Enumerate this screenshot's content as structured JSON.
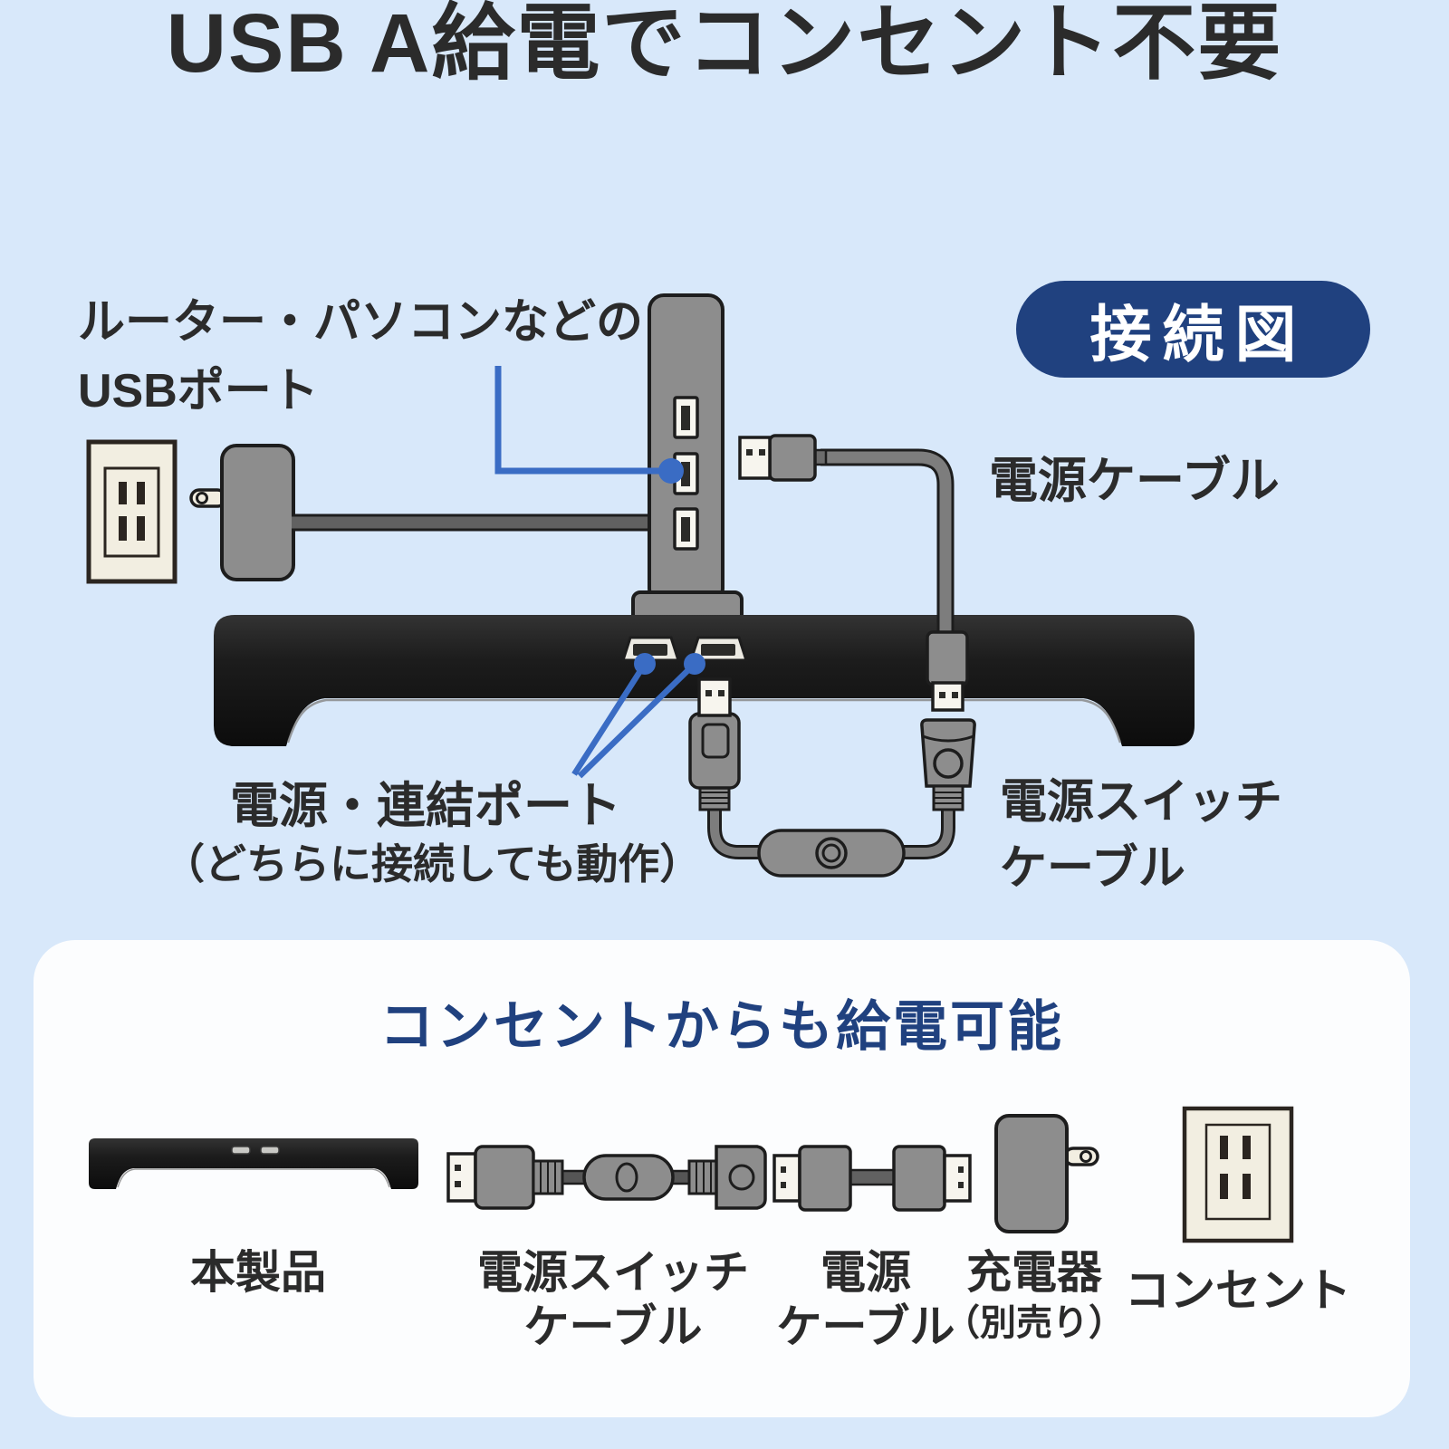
{
  "colors": {
    "background": "#d8e8fa",
    "panel": "#fcfdfe",
    "navy": "#20417f",
    "callout_blue": "#3a6cc4",
    "device_gray": "#8d8d8d",
    "black_device": "#181818",
    "outlet_cream": "#f2eee1",
    "text": "#2b2b2b"
  },
  "title": "USB A給電でコンセント不要",
  "diagram": {
    "badge": "接続図",
    "labels": {
      "router_usb_line1": "ルーター・パソコンなどの",
      "router_usb_line2": "USBポート",
      "power_cable": "電源ケーブル",
      "port_line1": "電源・連結ポート",
      "port_line2": "（どちらに接続しても動作）",
      "switch_cable_line1": "電源スイッチ",
      "switch_cable_line2": "ケーブル"
    }
  },
  "panel": {
    "heading": "コンセントからも給電可能",
    "items": [
      {
        "name": "product",
        "label_line1": "本製品",
        "label_line2": ""
      },
      {
        "name": "switch-cable",
        "label_line1": "電源スイッチ",
        "label_line2": "ケーブル"
      },
      {
        "name": "power-cable",
        "label_line1": "電源",
        "label_line2": "ケーブル"
      },
      {
        "name": "charger",
        "label_line1": "充電器",
        "label_line2": "（別売り）"
      },
      {
        "name": "outlet",
        "label_line1": "コンセント",
        "label_line2": ""
      }
    ]
  }
}
